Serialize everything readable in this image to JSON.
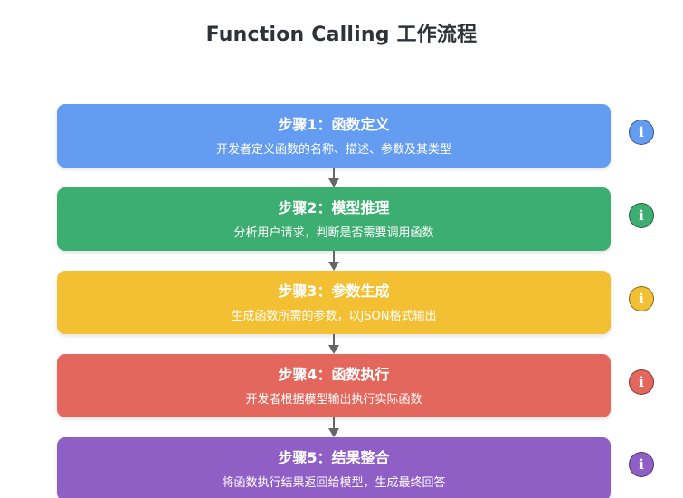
{
  "title": "Function Calling 工作流程",
  "info_glyph": "i",
  "steps": [
    {
      "title": "步骤1：函数定义",
      "description": "开发者定义函数的名称、描述、参数及其类型",
      "color": "#649cf2"
    },
    {
      "title": "步骤2：模型推理",
      "description": "分析用户请求，判断是否需要调用函数",
      "color": "#3dae71"
    },
    {
      "title": "步骤3：参数生成",
      "description": "生成函数所需的参数，以JSON格式输出",
      "color": "#f3c033"
    },
    {
      "title": "步骤4：函数执行",
      "description": "开发者根据模型输出执行实际函数",
      "color": "#e3675c"
    },
    {
      "title": "步骤5：结果整合",
      "description": "将函数执行结果返回给模型，生成最终回答",
      "color": "#8f5fc6"
    }
  ]
}
